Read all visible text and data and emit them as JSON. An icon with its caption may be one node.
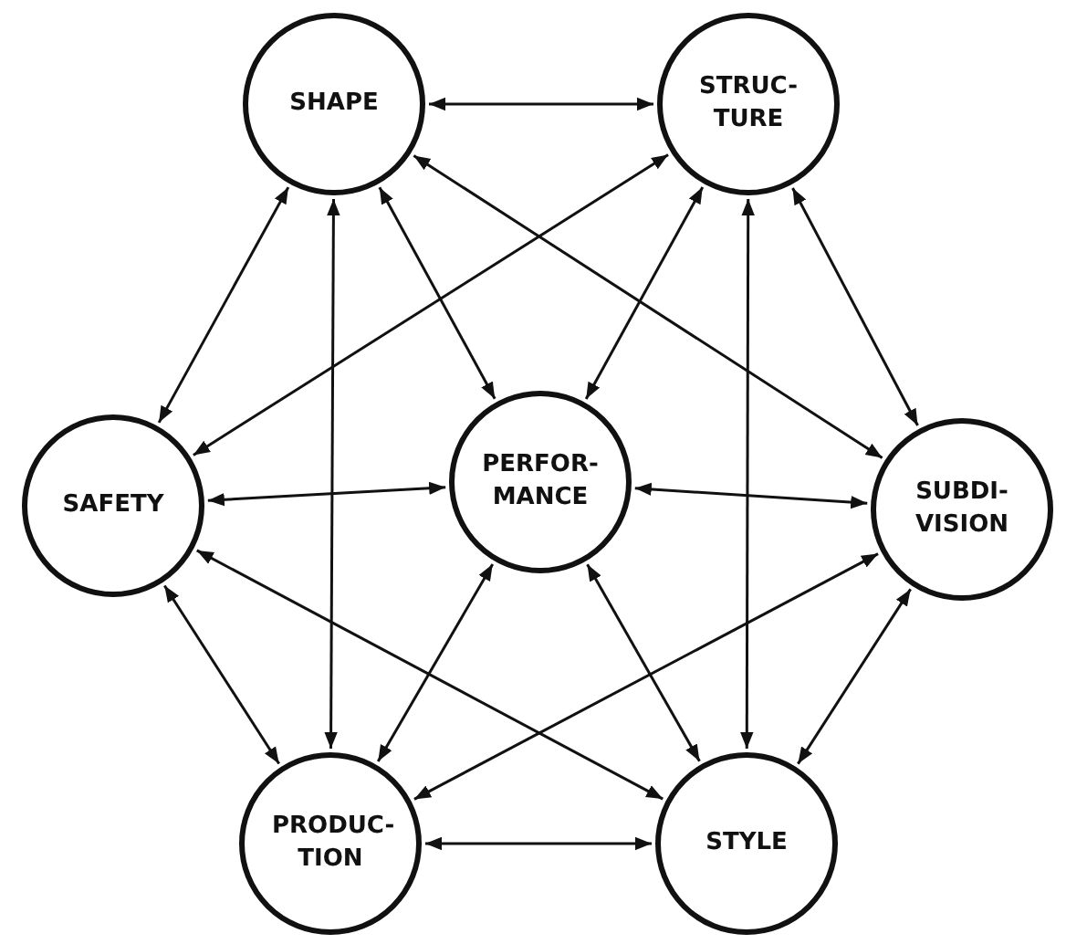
{
  "diagram": {
    "nodes": [
      {
        "text": [
          "SHAPE"
        ]
      },
      {
        "text": [
          "STRUC- TURE"
        ]
      },
      {
        "text": [
          "SAFETY"
        ]
      },
      {
        "text": [
          "PERFOR- MANCE"
        ]
      },
      {
        "text": [
          "SUBDI- VISION"
        ]
      },
      {
        "text": [
          "PRODUC- TION"
        ]
      },
      {
        "text": [
          "STYLE"
        ]
      }
    ],
    "edges": [
      {
        "from": 0,
        "to": 1,
        "arrow": "both"
      },
      {
        "from": 0,
        "to": 2,
        "arrow": "both"
      },
      {
        "from": 0,
        "to": 3,
        "arrow": "both"
      },
      {
        "from": 0,
        "to": 5,
        "arrow": "both"
      },
      {
        "from": 0,
        "to": 4,
        "arrow": "both"
      },
      {
        "from": 1,
        "to": 2,
        "arrow": "both"
      },
      {
        "from": 1,
        "to": 3,
        "arrow": "both"
      },
      {
        "from": 1,
        "to": 4,
        "arrow": "both"
      },
      {
        "from": 1,
        "to": 6,
        "arrow": "both"
      },
      {
        "from": 2,
        "to": 3,
        "arrow": "both"
      },
      {
        "from": 2,
        "to": 5,
        "arrow": "both"
      },
      {
        "from": 2,
        "to": 6,
        "arrow": "both"
      },
      {
        "from": 3,
        "to": 4,
        "arrow": "both"
      },
      {
        "from": 3,
        "to": 5,
        "arrow": "both"
      },
      {
        "from": 3,
        "to": 6,
        "arrow": "both"
      },
      {
        "from": 4,
        "to": 5,
        "arrow": "both"
      },
      {
        "from": 4,
        "to": 6,
        "arrow": "both"
      },
      {
        "from": 5,
        "to": 6,
        "arrow": "both"
      }
    ]
  }
}
